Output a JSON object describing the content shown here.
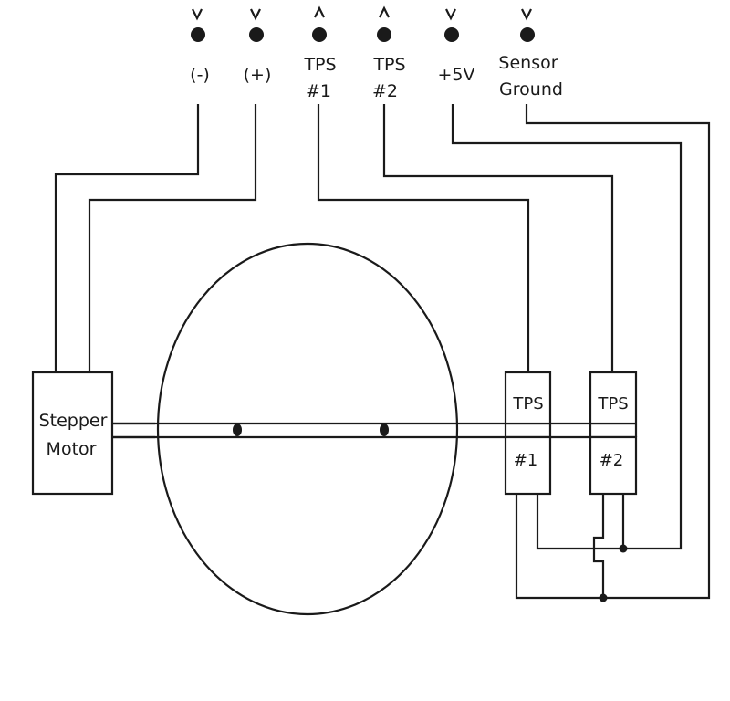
{
  "terminals": [
    {
      "label_lines": [
        "(-)"
      ],
      "direction": "in"
    },
    {
      "label_lines": [
        "(+)"
      ],
      "direction": "in"
    },
    {
      "label_lines": [
        "TPS",
        "#1"
      ],
      "direction": "out"
    },
    {
      "label_lines": [
        "TPS",
        "#2"
      ],
      "direction": "out"
    },
    {
      "label_lines": [
        "+5V"
      ],
      "direction": "in"
    },
    {
      "label_lines": [
        "Sensor",
        "Ground"
      ],
      "direction": "in"
    }
  ],
  "components": {
    "stepper_motor": {
      "line1": "Stepper",
      "line2": "Motor"
    },
    "tps1": {
      "top": "TPS",
      "bottom": "#1"
    },
    "tps2": {
      "top": "TPS",
      "bottom": "#2"
    }
  },
  "colors": {
    "line": "#1a1a1a",
    "background": "#ffffff"
  }
}
